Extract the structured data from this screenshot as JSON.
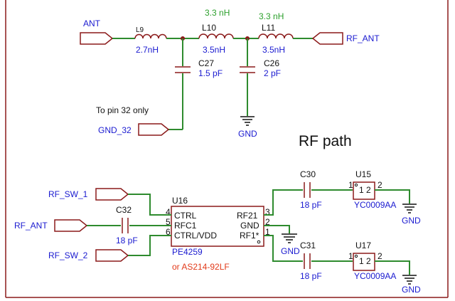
{
  "title": "RF path",
  "ports": {
    "ant_top": "ANT",
    "rf_ant_top": "RF_ANT",
    "gnd32": "GND_32",
    "rf_sw_1": "RF_SW_1",
    "rf_ant_left": "RF_ANT",
    "rf_sw_2": "RF_SW_2"
  },
  "notes": {
    "pin32": "To pin 32 only"
  },
  "components": {
    "l9": {
      "ref": "L9",
      "value": "2.7nH"
    },
    "l10": {
      "ref": "L10",
      "value": "3.5nH",
      "alt": "3.3 nH"
    },
    "l11": {
      "ref": "L11",
      "value": "3.5nH",
      "alt": "3.3 nH"
    },
    "c27": {
      "ref": "C27",
      "value": "1.5 pF"
    },
    "c26": {
      "ref": "C26",
      "value": "2 pF"
    },
    "c32": {
      "ref": "C32",
      "value": "18 pF"
    },
    "c30": {
      "ref": "C30",
      "value": "18 pF"
    },
    "c31": {
      "ref": "C31",
      "value": "18 pF"
    },
    "u15": {
      "ref": "U15",
      "value": "YC0009AA",
      "p1": "1",
      "p2": "2",
      "inside": "1 2"
    },
    "u17": {
      "ref": "U17",
      "value": "YC0009AA",
      "p1": "1",
      "p2": "2",
      "inside": "1 2"
    },
    "u16": {
      "ref": "U16",
      "part": "PE4259",
      "alt": "or AS214-92LF",
      "pins_left": [
        {
          "num": "4",
          "name": "CTRL"
        },
        {
          "num": "5",
          "name": "RFC1"
        },
        {
          "num": "6",
          "name": "CTRL/VDD"
        }
      ],
      "pins_right": [
        {
          "num": "3",
          "name": "RF21"
        },
        {
          "num": "2",
          "name": "GND"
        },
        {
          "num": "1",
          "name": "RF1*"
        }
      ]
    }
  },
  "gnd_labels": [
    "GND",
    "GND",
    "GND",
    "GND"
  ]
}
